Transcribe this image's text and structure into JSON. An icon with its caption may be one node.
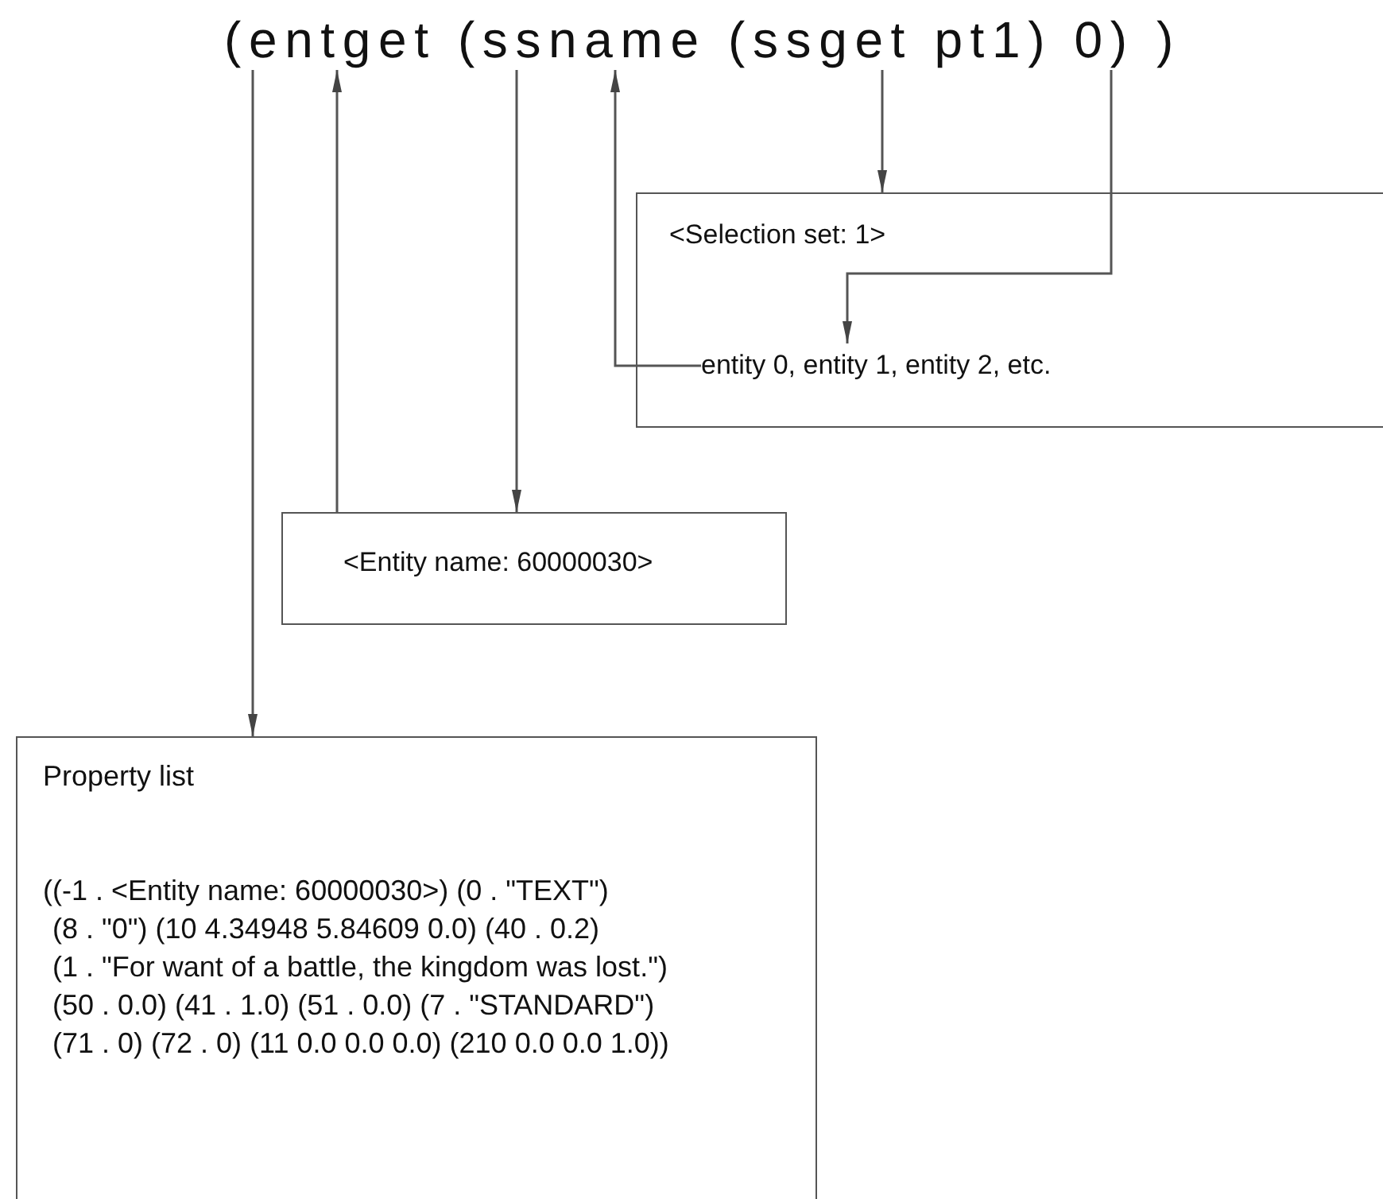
{
  "diagram": {
    "nodes": [
      {
        "text": [
          "(entget (ssname (ssget pt1) 0) )"
        ]
      },
      {
        "text": [
          "<Selection set: 1>"
        ]
      },
      {
        "text": [
          "entity 0, entity 1, entity 2, etc."
        ],
        "in": 1
      },
      {
        "text": [
          "<Entity name: 60000030>"
        ]
      },
      {
        "text": [
          "Property list",
          "((-1 . <Entity name: 60000030>) (0 . \"TEXT\")",
          "(8 . \"0\") (10 4.34948 5.84609 0.0) (40 . 0.2)",
          "(1 . \"For want of a battle, the kingdom was lost.\")",
          "(50 . 0.0) (41 . 1.0) (51 . 0.0) (7 . \"STANDARD\")",
          "(71 . 0) (72 . 0) (11 0.0 0.0 0.0) (210 0.0 0.0 1.0))"
        ]
      }
    ],
    "edges": [
      {
        "from": 0,
        "to": 4,
        "arrow": "to"
      },
      {
        "from": 3,
        "to": 0,
        "arrow": "to"
      },
      {
        "from": 0,
        "to": 3,
        "arrow": "to"
      },
      {
        "from": 2,
        "to": 0,
        "arrow": "to"
      },
      {
        "from": 0,
        "to": 1,
        "arrow": "to"
      },
      {
        "from": 0,
        "to": 2,
        "arrow": "to"
      }
    ]
  }
}
